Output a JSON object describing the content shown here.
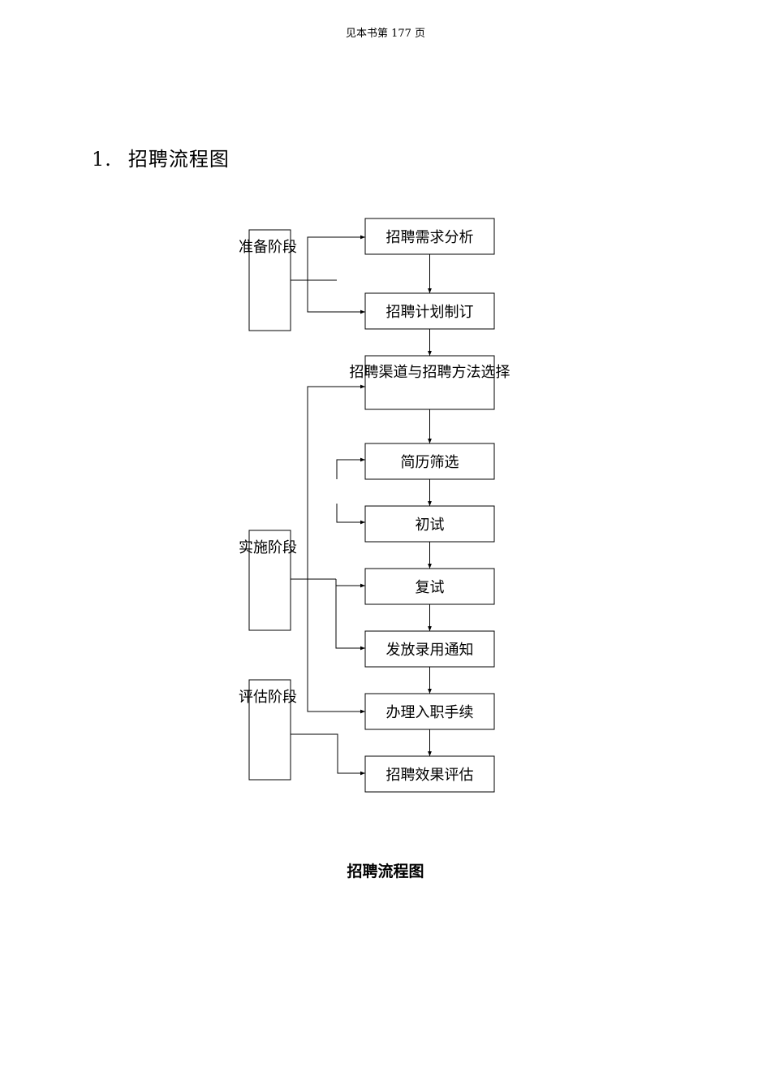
{
  "header": {
    "page_ref": "见本书第 177 页"
  },
  "section": {
    "number": "1.",
    "title": "招聘流程图"
  },
  "stages": [
    {
      "id": "prep",
      "label": "准备阶段"
    },
    {
      "id": "impl",
      "label": "实施阶段"
    },
    {
      "id": "eval",
      "label": "评估阶段"
    }
  ],
  "steps": [
    {
      "id": "demand",
      "label": "招聘需求分析"
    },
    {
      "id": "plan",
      "label": "招聘计划制订"
    },
    {
      "id": "channel",
      "label": "招聘渠道与招聘方法选择"
    },
    {
      "id": "resume",
      "label": "简历筛选"
    },
    {
      "id": "first",
      "label": "初试"
    },
    {
      "id": "second",
      "label": "复试"
    },
    {
      "id": "notice",
      "label": "发放录用通知"
    },
    {
      "id": "onboard",
      "label": "办理入职手续"
    },
    {
      "id": "evaluate",
      "label": "招聘效果评估"
    }
  ],
  "caption": "招聘流程图"
}
